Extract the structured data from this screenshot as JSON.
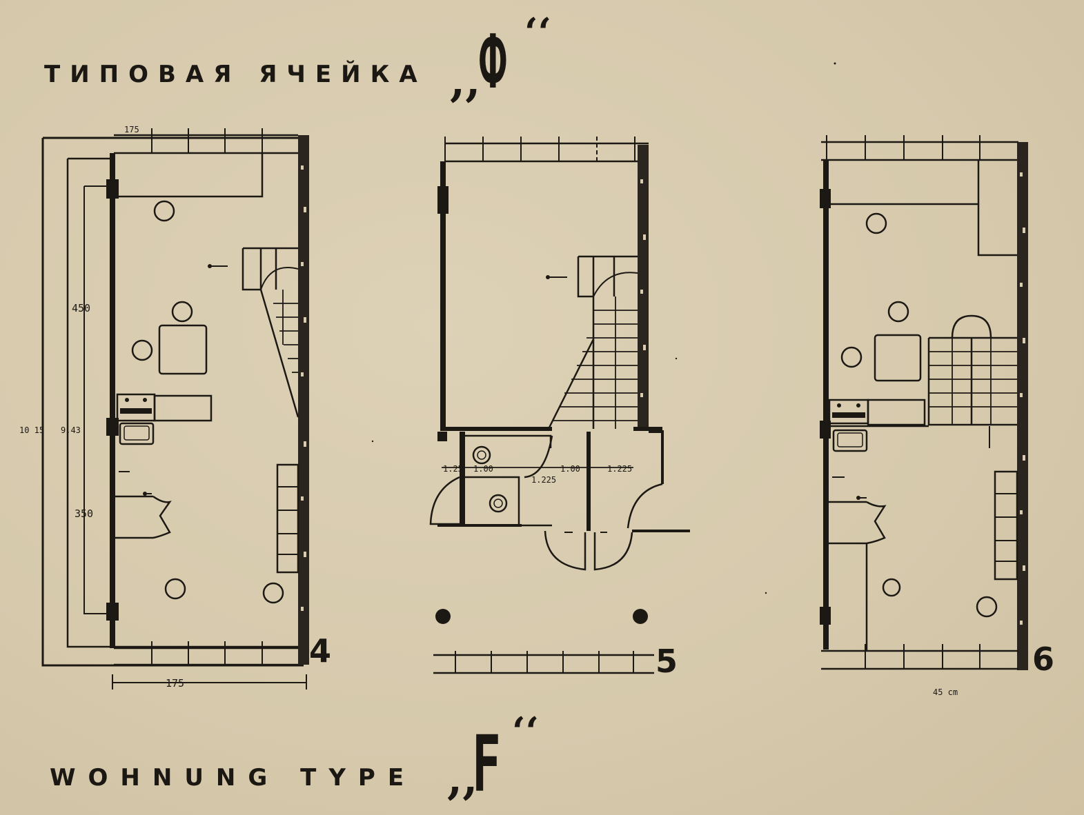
{
  "header": {
    "title_ru": "ТИПОВАЯ ЯЧЕЙКА",
    "title_ru_letter": "Ф"
  },
  "footer": {
    "title_de": "WOHNUNG TYPE",
    "title_de_letter": "F"
  },
  "plans": [
    {
      "number": "4",
      "dimensions": {
        "top": "175",
        "bottom": "175",
        "height_upper": "450",
        "height_total": "10 15",
        "height_mid": "9.43",
        "height_lower": "350"
      }
    },
    {
      "number": "5",
      "dimensions": {
        "a": "1.25",
        "b": "1.00",
        "c": "1.00",
        "d": "1.225",
        "e": "1.225"
      }
    },
    {
      "number": "6",
      "dimensions": {},
      "annotation": "45 cm"
    }
  ],
  "colors": {
    "ink": "#1c1814",
    "paper": "#d9ccb0"
  }
}
